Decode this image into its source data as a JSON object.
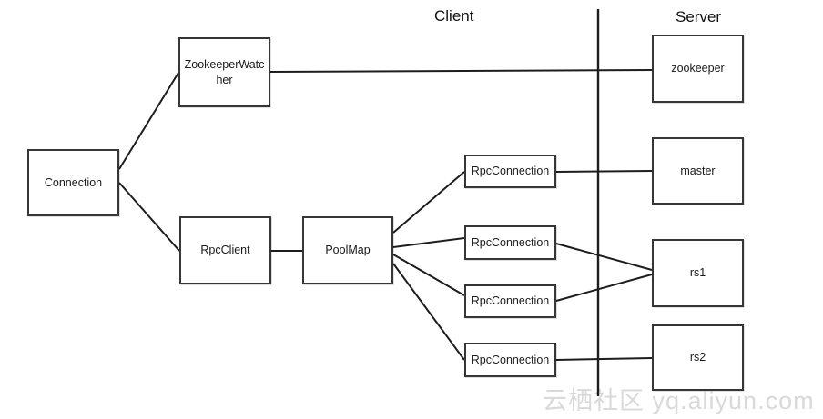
{
  "diagram": {
    "sections": {
      "client_label": "Client",
      "server_label": "Server"
    },
    "nodes": {
      "connection": "Connection",
      "zookeeper_watcher": "ZookeeperWatcher",
      "rpc_client": "RpcClient",
      "pool_map": "PoolMap",
      "rpc_connection_1": "RpcConnection",
      "rpc_connection_2": "RpcConnection",
      "rpc_connection_3": "RpcConnection",
      "rpc_connection_4": "RpcConnection",
      "zookeeper": "zookeeper",
      "master": "master",
      "rs1": "rs1",
      "rs2": "rs2"
    },
    "edges": [
      {
        "from": "Connection",
        "to": "ZookeeperWatcher"
      },
      {
        "from": "Connection",
        "to": "RpcClient"
      },
      {
        "from": "ZookeeperWatcher",
        "to": "zookeeper"
      },
      {
        "from": "RpcClient",
        "to": "PoolMap"
      },
      {
        "from": "PoolMap",
        "to": "RpcConnection (1)"
      },
      {
        "from": "PoolMap",
        "to": "RpcConnection (2)"
      },
      {
        "from": "PoolMap",
        "to": "RpcConnection (3)"
      },
      {
        "from": "PoolMap",
        "to": "RpcConnection (4)"
      },
      {
        "from": "RpcConnection (1)",
        "to": "master"
      },
      {
        "from": "RpcConnection (2)",
        "to": "rs1"
      },
      {
        "from": "RpcConnection (3)",
        "to": "rs1"
      },
      {
        "from": "RpcConnection (4)",
        "to": "rs2"
      }
    ],
    "colors": {
      "line": "#1d1d1d",
      "box_border": "#363636",
      "background": "#ffffff",
      "watermark": "#d9d9d9"
    }
  },
  "watermark": {
    "text": "云栖社区 yq.aliyun.com"
  }
}
